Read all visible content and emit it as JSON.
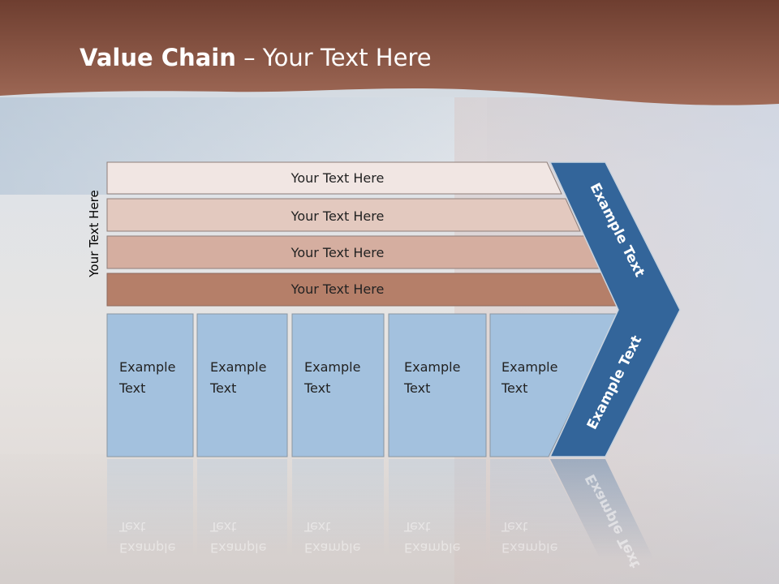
{
  "slide": {
    "title_bold": "Value Chain",
    "title_rest": " – Your Text Here",
    "side_label": "Your Text Here"
  },
  "bars": [
    {
      "label": "Your Text Here",
      "color": "#f1e6e3"
    },
    {
      "label": "Your Text Here",
      "color": "#e3c9bf"
    },
    {
      "label": "Your Text Here",
      "color": "#d5aea0"
    },
    {
      "label": "Your Text Here",
      "color": "#b57f69"
    }
  ],
  "columns": [
    {
      "line1": "Example",
      "line2": "Text"
    },
    {
      "line1": "Example",
      "line2": "Text"
    },
    {
      "line1": "Example",
      "line2": "Text"
    },
    {
      "line1": "Example",
      "line2": "Text"
    },
    {
      "line1": "Example",
      "line2": "Text"
    }
  ],
  "chevron": {
    "upper_label": "Example Text",
    "lower_label": "Example Text",
    "color": "#33659a"
  },
  "colors": {
    "header": "#8b4a38",
    "column_fill": "#a3c1de"
  }
}
